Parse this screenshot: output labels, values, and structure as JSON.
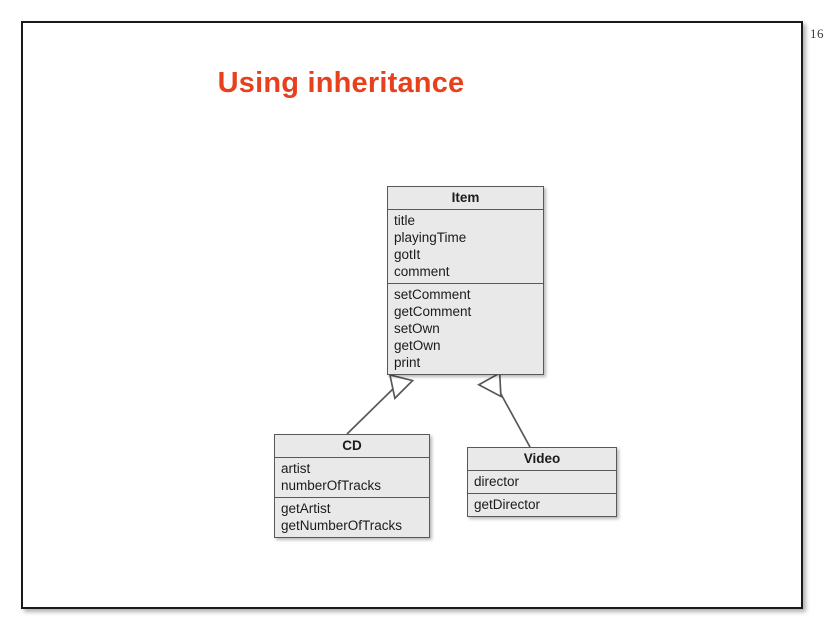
{
  "page": {
    "number": "16",
    "title": "Using inheritance",
    "title_color": "#e8401c",
    "background": "#ffffff",
    "box_fill": "#e9e9e9",
    "box_border": "#58585a"
  },
  "diagram": {
    "type": "uml-class-diagram",
    "relationship": "generalization",
    "classes": [
      {
        "name": "Item",
        "attributes": [
          "title",
          "playingTime",
          "gotIt",
          "comment"
        ],
        "methods": [
          "setComment",
          "getComment",
          "setOwn",
          "getOwn",
          "print"
        ]
      },
      {
        "name": "CD",
        "attributes": [
          "artist",
          "numberOfTracks"
        ],
        "methods": [
          "getArtist",
          "getNumberOfTracks"
        ]
      },
      {
        "name": "Video",
        "attributes": [
          "director"
        ],
        "methods": [
          "getDirector"
        ]
      }
    ],
    "edges": [
      {
        "from": "CD",
        "to": "Item",
        "kind": "inheritance"
      },
      {
        "from": "Video",
        "to": "Item",
        "kind": "inheritance"
      }
    ]
  }
}
